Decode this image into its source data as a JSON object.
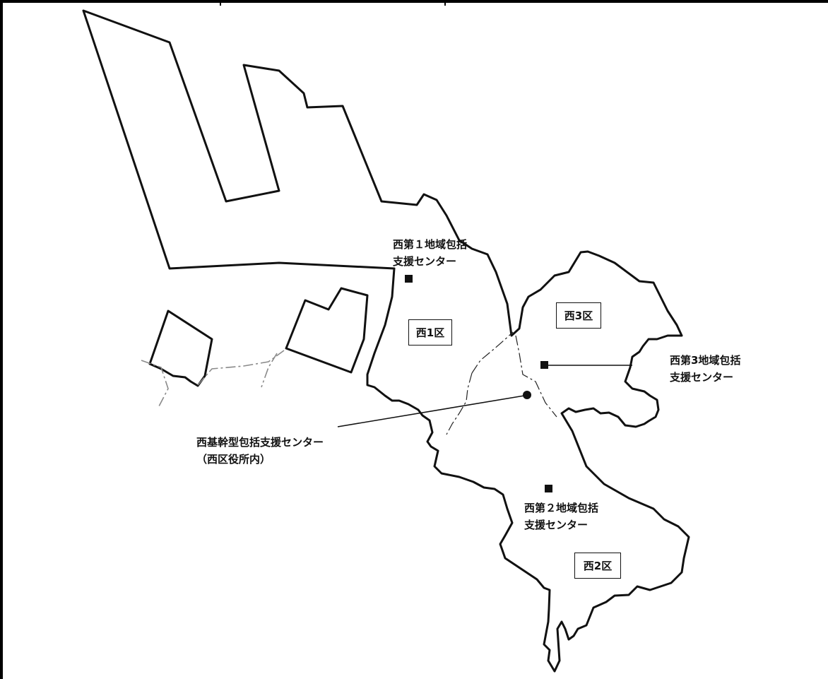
{
  "map": {
    "districts": [
      {
        "id": "nishi-1",
        "label": "西1区"
      },
      {
        "id": "nishi-2",
        "label": "西2区"
      },
      {
        "id": "nishi-3",
        "label": "西3区"
      }
    ],
    "centers": {
      "nishi1": {
        "line1": "西第１地域包括",
        "line2": "支援センター"
      },
      "nishi2": {
        "line1": "西第２地域包括",
        "line2": "支援センター"
      },
      "nishi3": {
        "line1": "西第3地域包括",
        "line2": "支援センター"
      },
      "base": {
        "line1": "西基幹型包括支援センター",
        "line2": "（西区役所内）"
      }
    },
    "colors": {
      "boundary": "#111111",
      "dashed_outer": "#8a8a8a",
      "background": "#ffffff"
    },
    "icons": {
      "regional_center": "filled-square-marker",
      "base_center": "filled-circle-marker"
    }
  }
}
